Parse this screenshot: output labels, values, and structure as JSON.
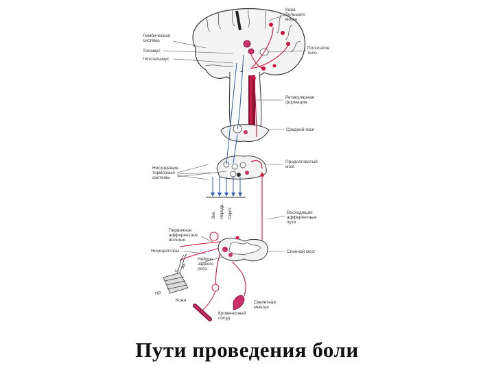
{
  "title": "Пути проведения боли",
  "labels": {
    "cortex": [
      "Кора",
      "большого",
      "мозга"
    ],
    "limbic": [
      "Лимбическая",
      "система"
    ],
    "thalamus": "Таламус",
    "hypothalamus": "Гипоталамус",
    "striatum": [
      "Полосатое",
      "тело"
    ],
    "reticular": [
      "Ретикулярная",
      "формация"
    ],
    "midbrain": "Средний мозг",
    "medulla": [
      "Продолговатый",
      "мозг"
    ],
    "descending": [
      "Нисходящие",
      "тормозные",
      "системы"
    ],
    "ascending": [
      "Восходящие",
      "афферентные",
      "пути"
    ],
    "primary_afferent": [
      "Первичное",
      "афферентное",
      "волокно"
    ],
    "nociceptors": "Ноцицепторы",
    "dorsal_horn": [
      "Нейрон",
      "заднего",
      "рога"
    ],
    "spinal_cord": "Спинной мозг",
    "skin": "Кожа",
    "vessel": [
      "Кровеносный",
      "сосуд"
    ],
    "smooth_muscle": [
      "Скелетная",
      "мышца"
    ],
    "hp": "НР",
    "fibers": [
      "С",
      "Аδ"
    ],
    "transmitters": [
      "Энк.",
      "Норадр.",
      "Серот."
    ]
  }
}
